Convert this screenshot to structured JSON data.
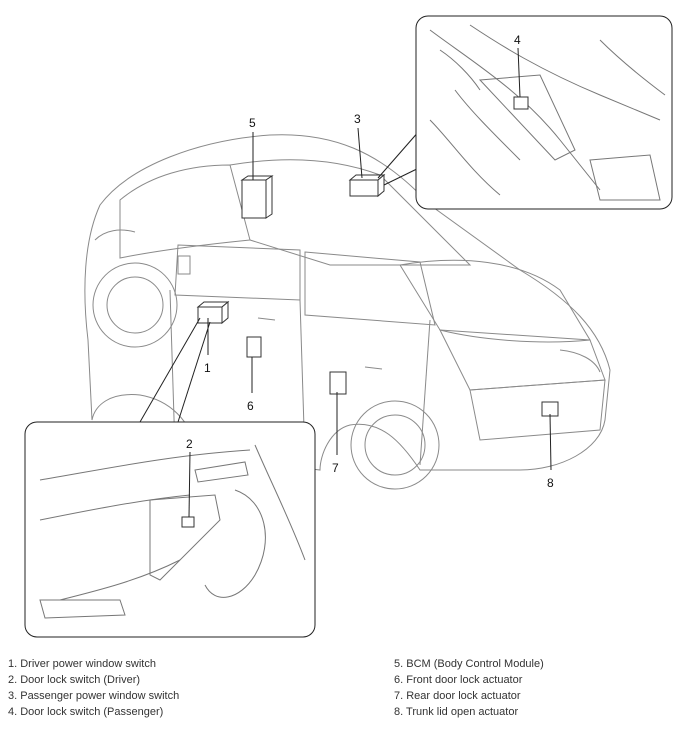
{
  "callouts": {
    "c1": "1",
    "c2": "2",
    "c3": "3",
    "c4": "4",
    "c5": "5",
    "c6": "6",
    "c7": "7",
    "c8": "8"
  },
  "legend": {
    "left": [
      "1. Driver power window switch",
      "2. Door lock switch (Driver)",
      "3. Passenger power window switch",
      "4. Door lock switch (Passenger)"
    ],
    "right": [
      "5. BCM (Body Control Module)",
      "6. Front door lock actuator",
      "7. Rear door lock actuator",
      "8. Trunk lid open actuator"
    ]
  }
}
